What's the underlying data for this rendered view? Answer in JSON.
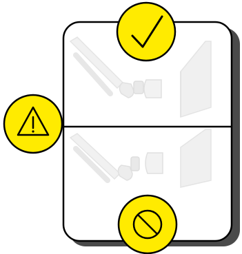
{
  "colors": {
    "badge_fill": "#ffeb00",
    "badge_stroke": "#000000",
    "card_fill": "#ffffff",
    "card_stroke": "#000000",
    "shadow": "#2a2a2a",
    "illustration": "#dadada",
    "illustration_light": "#ececec"
  },
  "badges": [
    {
      "name": "check-badge",
      "icon": "checkmark-icon",
      "meaning": "correct"
    },
    {
      "name": "warning-badge",
      "icon": "warning-triangle-icon",
      "meaning": "caution"
    },
    {
      "name": "prohibited-badge",
      "icon": "no-entry-icon",
      "meaning": "incorrect"
    }
  ],
  "panels": [
    {
      "name": "top-panel",
      "illustration": "connector-attached"
    },
    {
      "name": "bottom-panel",
      "illustration": "connector-detached"
    }
  ]
}
